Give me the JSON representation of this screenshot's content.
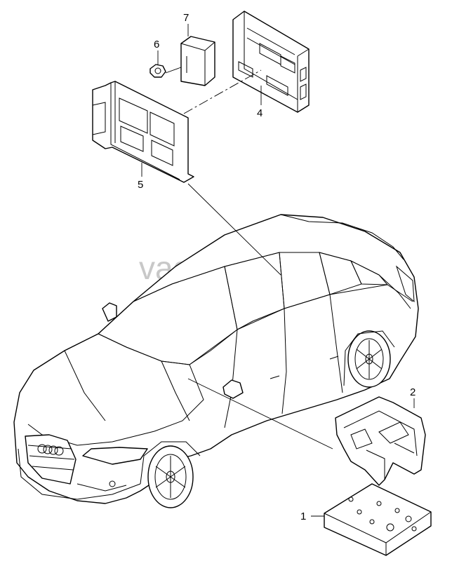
{
  "watermark": "vagtec.ru",
  "callouts": {
    "c1": "1",
    "c2": "2",
    "c4": "4",
    "c5": "5",
    "c6": "6",
    "c7": "7"
  },
  "icons": {
    "car": "car-illustration",
    "part1": "control-unit-tray",
    "part2": "mounting-bracket",
    "part4": "control-module",
    "part5": "holder-bracket",
    "part6": "nut",
    "part7": "relay-module"
  }
}
